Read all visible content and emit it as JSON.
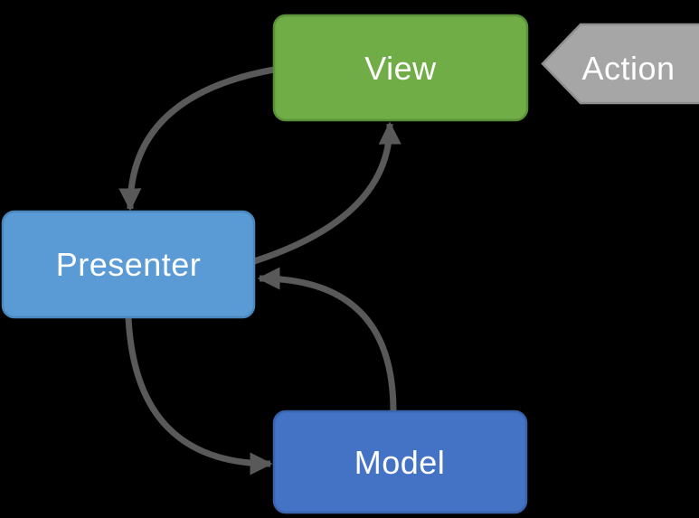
{
  "diagram": {
    "background": "#000000",
    "arrow_color": "#595959",
    "nodes": {
      "view": {
        "label": "View",
        "fill": "#70AD47",
        "border": "#5A9138",
        "text_color": "#FFFFFF"
      },
      "presenter": {
        "label": "Presenter",
        "fill": "#5B9BD5",
        "border": "#4A87BF",
        "text_color": "#FFFFFF"
      },
      "model": {
        "label": "Model",
        "fill": "#4472C4",
        "border": "#3A64AD",
        "text_color": "#FFFFFF"
      },
      "action": {
        "label": "Action",
        "fill": "#A6A6A6",
        "border": "#8F8F8F",
        "text_color": "#FFFFFF"
      }
    },
    "edges": [
      {
        "name": "view-to-presenter",
        "from": "view",
        "to": "presenter",
        "color": "#595959"
      },
      {
        "name": "presenter-to-view",
        "from": "presenter",
        "to": "view",
        "color": "#595959"
      },
      {
        "name": "presenter-to-model",
        "from": "presenter",
        "to": "model",
        "color": "#595959"
      },
      {
        "name": "model-to-presenter",
        "from": "model",
        "to": "presenter",
        "color": "#595959"
      }
    ]
  }
}
